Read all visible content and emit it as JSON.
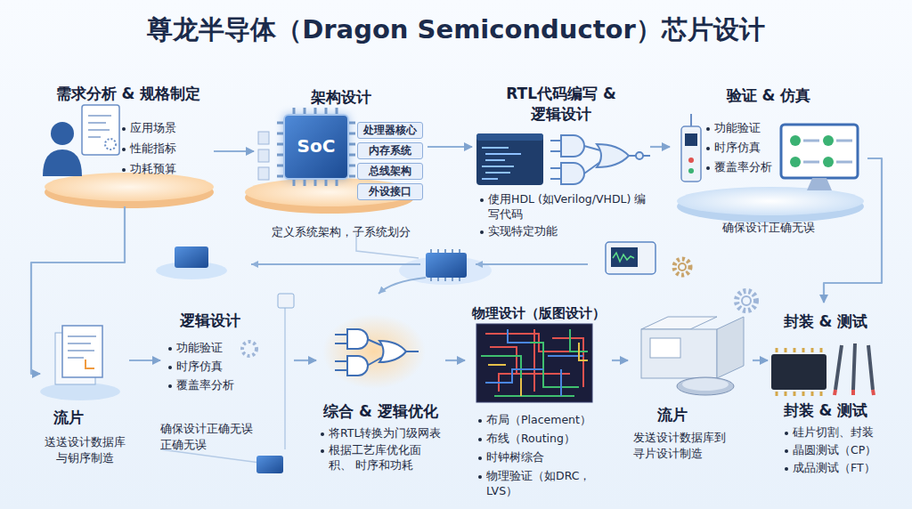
{
  "diagram": {
    "title": "尊龙半导体（Dragon Semiconductor）芯片设计",
    "nodes": [
      {
        "text": [
          "需求分析 & 规格制定",
          "应用场景",
          "性能指标",
          "功耗预算"
        ]
      },
      {
        "text": [
          "架构设计",
          "定义系统架构，子系统划分"
        ]
      },
      {
        "text": [
          "SoC"
        ],
        "in": 1
      },
      {
        "text": [
          "处理器核心"
        ],
        "in": 1
      },
      {
        "text": [
          "内存系统"
        ],
        "in": 1
      },
      {
        "text": [
          "总线架构"
        ],
        "in": 1
      },
      {
        "text": [
          "外设接口"
        ],
        "in": 1
      },
      {
        "text": [
          "RTL代码编写 & 逻辑设计",
          "使用HDL (如Verilog/VHDL) 编写代码",
          "实现特定功能"
        ]
      },
      {
        "text": [
          "验证 & 仿真",
          "功能验证",
          "时序仿真",
          "覆盖率分析",
          "确保设计正确无误"
        ]
      },
      {
        "text": [
          "流片",
          "送送设计数据库 与钥序制造"
        ]
      },
      {
        "text": [
          "逻辑设计",
          "功能验证",
          "时序仿真",
          "覆盖率分析",
          "确保设计正确无误 正确无误"
        ]
      },
      {
        "text": [
          "综合 & 逻辑优化",
          "将RTL转换为门级网表",
          "根据工艺库优化面积、 时序和功耗"
        ]
      },
      {
        "text": [
          "物理设计（版图设计）",
          "布局（Placement）",
          "布线（Routing）",
          "时钟树综合",
          "物理验证（如DRC，LVS）"
        ]
      },
      {
        "text": [
          "流片",
          "发送设计数据库到 寻片设计制造"
        ]
      },
      {
        "text": [
          "封装 & 测试",
          "封装 & 测试",
          "硅片切割、封装",
          "晶圆测试（CP）",
          "成品测试（FT）"
        ]
      }
    ],
    "edges": [
      {
        "from": 0,
        "to": 1,
        "arrow": "to"
      },
      {
        "from": 1,
        "to": 7,
        "arrow": "to"
      },
      {
        "from": 7,
        "to": 8,
        "arrow": "to"
      },
      {
        "from": 8,
        "to": 14,
        "arrow": "to"
      },
      {
        "from": 0,
        "to": 9,
        "arrow": "to"
      },
      {
        "from": 9,
        "to": 10,
        "arrow": "to"
      },
      {
        "from": 10,
        "to": 11,
        "arrow": "to"
      },
      {
        "from": 11,
        "to": 12,
        "arrow": "to"
      },
      {
        "from": 12,
        "to": 13,
        "arrow": "to"
      },
      {
        "from": 13,
        "to": 14,
        "arrow": "to"
      }
    ]
  }
}
